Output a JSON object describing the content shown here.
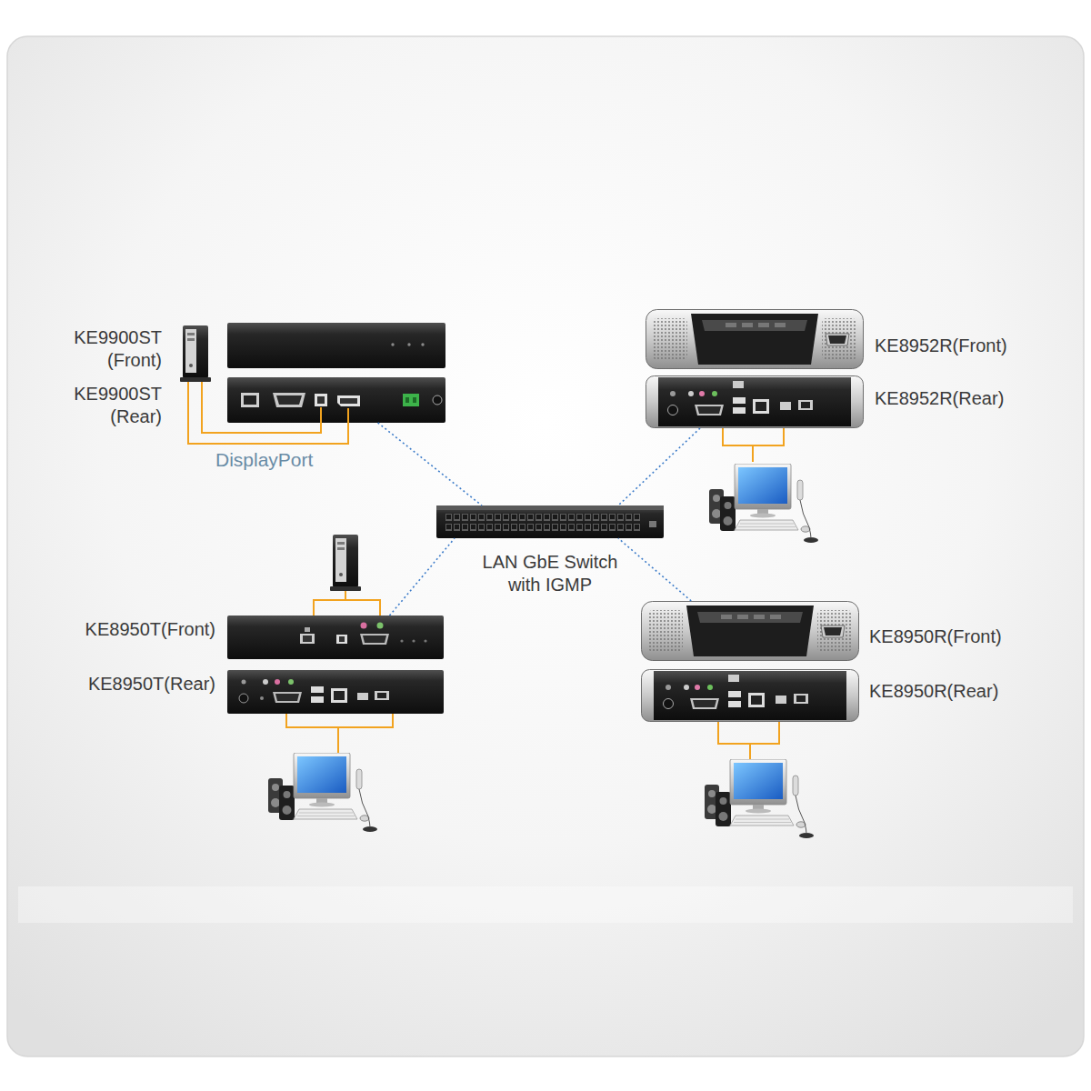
{
  "diagram": {
    "nodes": [
      {
        "text": [
          "KE9900ST (Front)"
        ]
      },
      {
        "text": [
          "KE9900ST (Rear)"
        ]
      },
      {
        "text": [
          "KE8952R(Front)"
        ]
      },
      {
        "text": [
          "KE8952R(Rear)"
        ]
      },
      {
        "text": [
          "LAN GbE Switch with IGMP"
        ]
      },
      {
        "text": [
          "KE8950T(Front)"
        ]
      },
      {
        "text": [
          "KE8950T(Rear)"
        ]
      },
      {
        "text": [
          "KE8950R(Front)"
        ]
      },
      {
        "text": [
          "KE8950R(Rear)"
        ]
      }
    ],
    "edges": [
      {
        "from": 1,
        "to": 4,
        "arrow": "none"
      },
      {
        "from": 3,
        "to": 4,
        "arrow": "none"
      },
      {
        "from": 5,
        "to": 4,
        "arrow": "none"
      },
      {
        "from": 7,
        "to": 4,
        "arrow": "none"
      }
    ],
    "labels": [
      "DisplayPort"
    ]
  }
}
